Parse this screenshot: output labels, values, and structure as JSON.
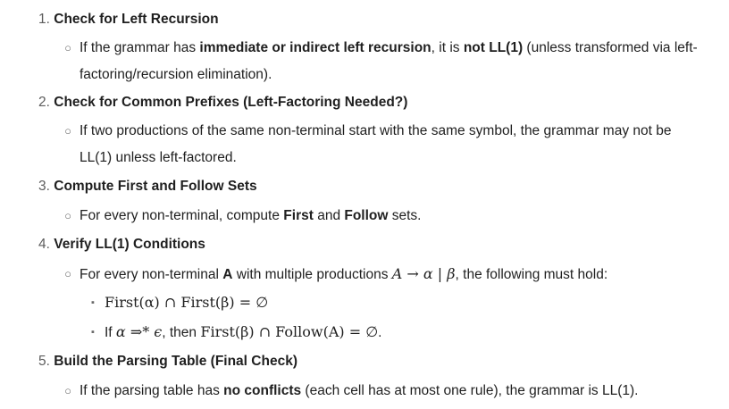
{
  "steps": [
    {
      "num": "1.",
      "title": "Check for Left Recursion"
    },
    {
      "num": "2.",
      "title": "Check for Common Prefixes (Left-Factoring Needed?)"
    },
    {
      "num": "3.",
      "title": "Compute First and Follow Sets"
    },
    {
      "num": "4.",
      "title": "Verify LL(1) Conditions"
    },
    {
      "num": "5.",
      "title": "Build the Parsing Table (Final Check)"
    }
  ],
  "bullets": {
    "b1": {
      "p1": "If the grammar has ",
      "bold1": "immediate or indirect left recursion",
      "p2": ", it is ",
      "bold2": "not LL(1)",
      "p3": " (unless transformed via left-factoring/recursion elimination)."
    },
    "b2": {
      "text": "If two productions of the same non-terminal start with the same symbol, the grammar may not be LL(1) unless left-factored."
    },
    "b3": {
      "p1": "For every non-terminal, compute ",
      "bold1": "First",
      "p2": " and ",
      "bold2": "Follow",
      "p3": " sets."
    },
    "b4": {
      "p1": "For every non-terminal ",
      "bold1": "A",
      "p2": " with multiple productions ",
      "math": "A → α | β",
      "p3": ", the following must hold:"
    },
    "b4a": {
      "math": "First(α) ∩ First(β) = ∅"
    },
    "b4b": {
      "p1": "If ",
      "math1": "α ⇒* ϵ",
      "p2": ", then ",
      "math2": "First(β) ∩ Follow(A) = ∅",
      "p3": "."
    },
    "b5": {
      "p1": "If the parsing table has ",
      "bold1": "no conflicts",
      "p2": " (each cell has at most one rule), the grammar is LL(1)."
    }
  },
  "icons": {
    "bullet_level2": "hollow-circle",
    "bullet_level3": "filled-square"
  }
}
